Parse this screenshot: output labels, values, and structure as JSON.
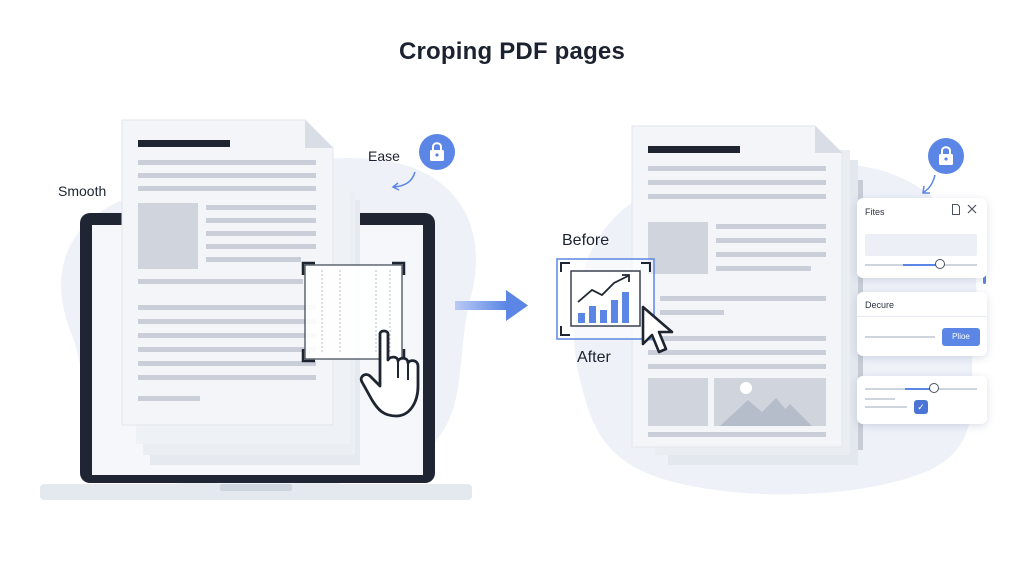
{
  "title": "Croping PDF pages",
  "labels": {
    "smooth": "Smooth",
    "ease": "Ease",
    "before": "Before",
    "after": "After"
  },
  "panels": {
    "filters_title": "Fites",
    "decrease_title": "Decure",
    "place_button": "Plioe"
  },
  "icons": [
    "lock-icon",
    "hand-cursor-icon",
    "arrow-pointer-icon",
    "chart-icon",
    "image-icon",
    "doc-icon",
    "close-icon",
    "check-icon"
  ],
  "colors": {
    "accent": "#5b86e5",
    "blob": "#eef1f8",
    "paper": "#f1f3f7",
    "text_line": "#c9ced8",
    "heading_bar": "#1f2530",
    "laptop_frame": "#1f2533"
  }
}
